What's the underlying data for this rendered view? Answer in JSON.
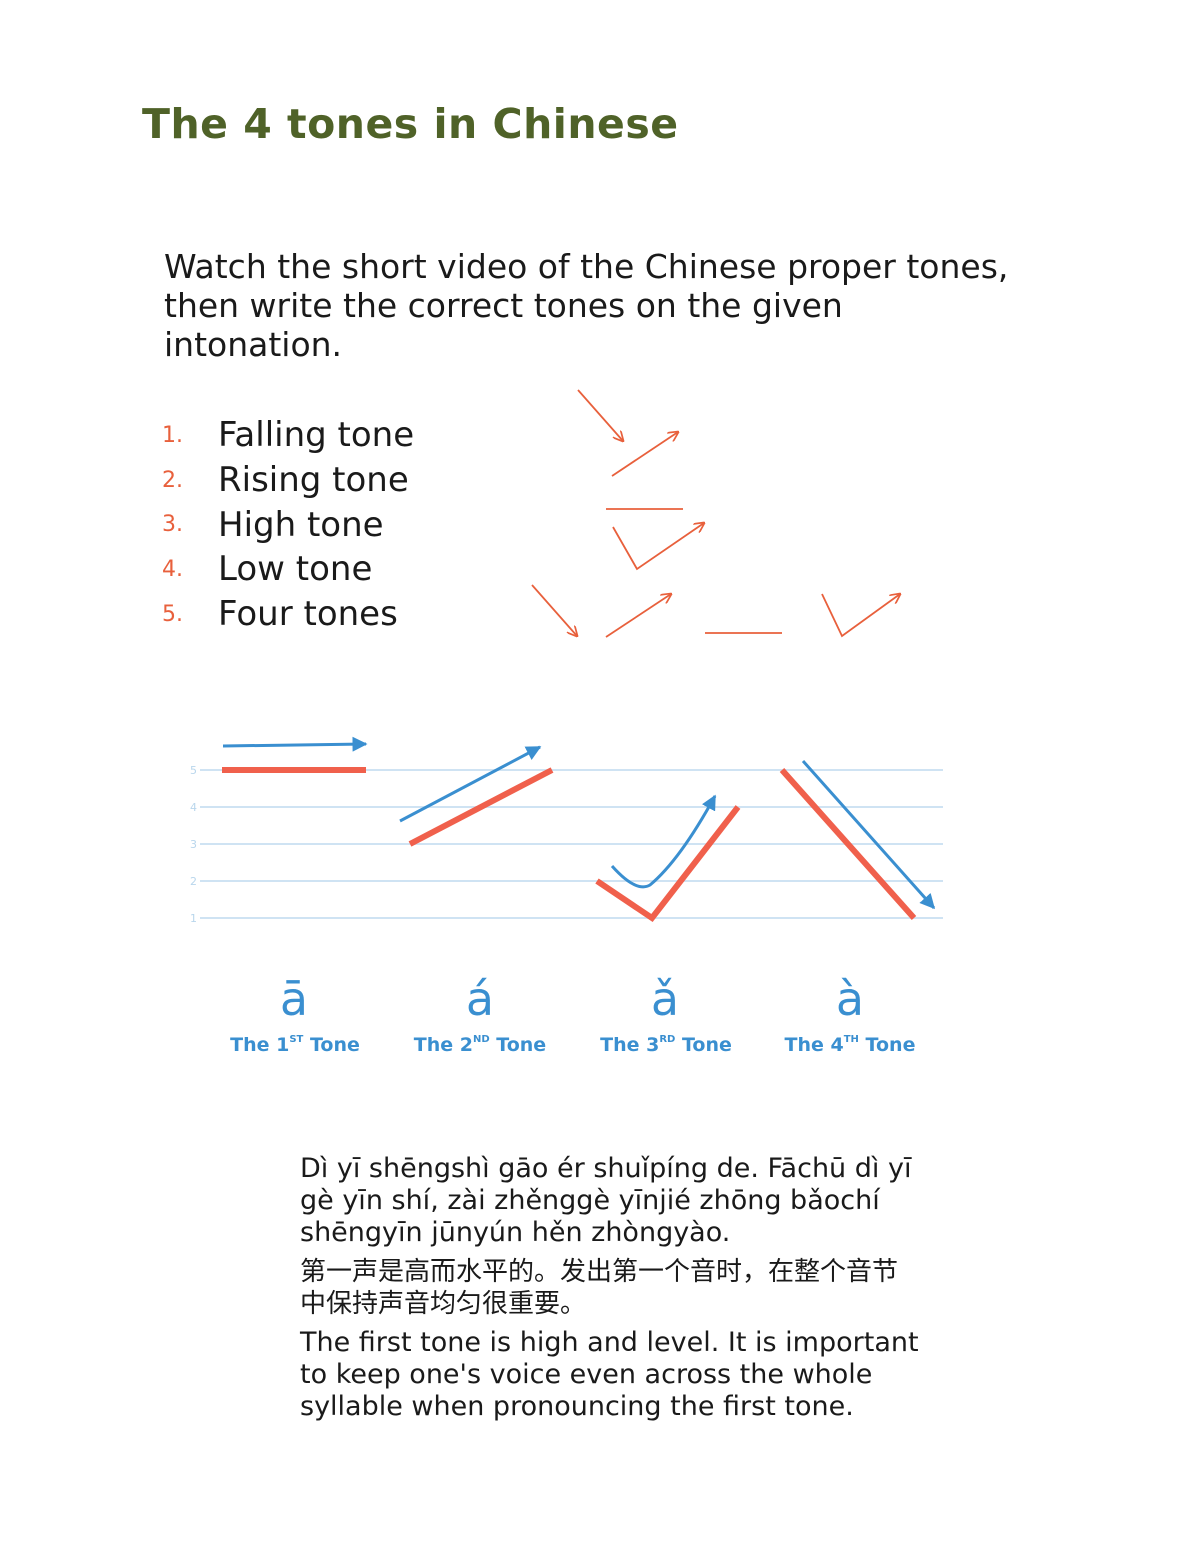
{
  "title": "The 4 tones in Chinese",
  "instructions": "Watch the short video of the Chinese proper tones, then write the correct tones on the given intonation.",
  "tasks": [
    {
      "number": "1.",
      "label": "Falling tone"
    },
    {
      "number": "2.",
      "label": "Rising tone"
    },
    {
      "number": "3.",
      "label": "High tone"
    },
    {
      "number": "4.",
      "label": "Low tone"
    },
    {
      "number": "5.",
      "label": "Four tones"
    }
  ],
  "colors": {
    "title": "#4f6228",
    "accent_orange": "#e8603c",
    "tone_blue": "#3a8fd0",
    "tone_red": "#f0604c",
    "gridline": "#cfe3f3"
  },
  "chart_data": {
    "type": "line",
    "y_ticks": [
      "1",
      "2",
      "3",
      "4",
      "5"
    ],
    "ylim": [
      1,
      5
    ],
    "series": [
      {
        "name": "ā",
        "values": [
          5,
          5
        ]
      },
      {
        "name": "á",
        "values": [
          3,
          5
        ]
      },
      {
        "name": "ǎ",
        "values": [
          2,
          1,
          4
        ]
      },
      {
        "name": "à",
        "values": [
          5,
          1
        ]
      }
    ]
  },
  "tones": [
    {
      "letter": "ā",
      "caption_pre": "The 1",
      "caption_sup": "ST",
      "caption_post": " Tone"
    },
    {
      "letter": "á",
      "caption_pre": "The 2",
      "caption_sup": "ND",
      "caption_post": " Tone"
    },
    {
      "letter": "ǎ",
      "caption_pre": "The 3",
      "caption_sup": "RD",
      "caption_post": " Tone"
    },
    {
      "letter": "à",
      "caption_pre": "The 4",
      "caption_sup": "TH",
      "caption_post": " Tone"
    }
  ],
  "description": {
    "pinyin": "Dì yī shēngshì gāo ér shuǐpíng de. Fāchū dì yī gè yīn shí, zài zhěnggè yīnjié zhōng bǎochí shēngyīn jūnyún hěn zhòngyào.",
    "chinese": "第一声是高而水平的。发出第一个音时，在整个音节中保持声音均匀很重要。",
    "english": "The first tone is high and level. It is important to keep one's voice even across the whole syllable when pronouncing the first tone."
  }
}
